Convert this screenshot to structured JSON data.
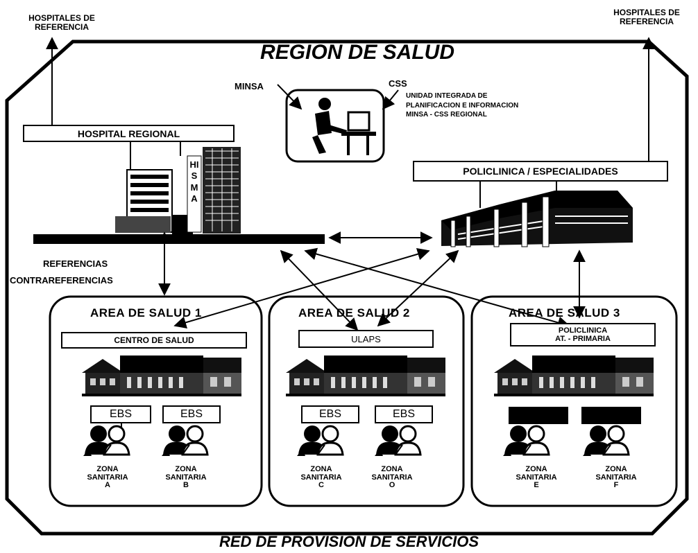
{
  "title": "REGION DE SALUD",
  "footer": "RED DE PROVISION DE SERVICIOS",
  "hospitales_left": "HOSPITALES DE REFERENCIA",
  "hospitales_right": "HOSPITALES DE REFERENCIA",
  "hospital_regional": "HOSPITAL REGIONAL",
  "hisma_letters": "HISMA",
  "minsa": "MINSA",
  "css": "CSS",
  "unidad_text": "UNIDAD INTEGRADA DE PLANIFICACION E INFORMACION MINSA - CSS REGIONAL",
  "policlinica_especialidades": "POLICLINICA / ESPECIALIDADES",
  "referencias": "REFERENCIAS",
  "contrareferencias": "CONTRAREFERENCIAS",
  "areas": [
    {
      "title": "AREA DE SALUD 1",
      "center": "CENTRO DE SALUD",
      "ebs": [
        "EBS",
        "EBS"
      ],
      "zones": [
        {
          "line1": "ZONA",
          "line2": "SANITARIA",
          "line3": "A"
        },
        {
          "line1": "ZONA",
          "line2": "SANITARIA",
          "line3": "B"
        }
      ]
    },
    {
      "title": "AREA DE SALUD 2",
      "center": "ULAPS",
      "ebs": [
        "EBS",
        "EBS"
      ],
      "zones": [
        {
          "line1": "ZONA",
          "line2": "SANITARIA",
          "line3": "C"
        },
        {
          "line1": "ZONA",
          "line2": "SANITARIA",
          "line3": "O"
        }
      ]
    },
    {
      "title": "AREA DE SALUD 3",
      "center_line1": "POLICLINICA",
      "center_line2": "AT. - PRIMARIA",
      "zones": [
        {
          "line1": "ZONA",
          "line2": "SANITARIA",
          "line3": "E"
        },
        {
          "line1": "ZONA",
          "line2": "SANITARIA",
          "line3": "F"
        }
      ]
    }
  ]
}
